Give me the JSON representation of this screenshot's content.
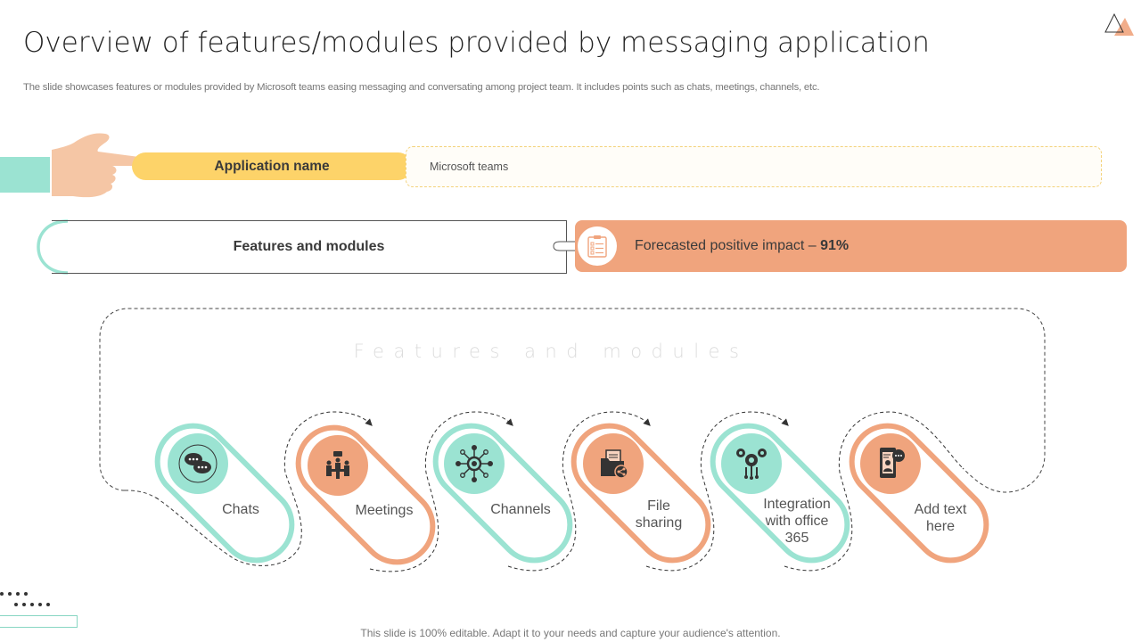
{
  "slide": {
    "title": "Overview of features/modules provided by messaging application",
    "subtitle": "The slide showcases features or modules provided by Microsoft teams easing messaging and conversating among project team. It includes points such as chats, meetings, channels, etc.",
    "footer": "This slide is 100% editable. Adapt it to your needs and capture your audience's attention."
  },
  "application": {
    "label": "Application name",
    "value": "Microsoft teams",
    "icon": "pointing-hand-icon"
  },
  "features_header": {
    "label": "Features and modules",
    "impact_text": "Forecasted positive impact – ",
    "impact_value": "91%",
    "impact_icon": "clipboard-checklist-icon"
  },
  "modules_section": {
    "title": "Features and modules",
    "items": [
      {
        "label": "Chats",
        "icon": "chat-bubbles-icon",
        "color": "teal"
      },
      {
        "label": "Meetings",
        "icon": "meeting-table-icon",
        "color": "orange"
      },
      {
        "label": "Channels",
        "icon": "network-hub-icon",
        "color": "teal"
      },
      {
        "label": "File sharing",
        "icon": "shared-folder-icon",
        "color": "orange"
      },
      {
        "label": "Integration with office 365",
        "icon": "gears-integration-icon",
        "color": "teal"
      },
      {
        "label": "Add text here",
        "icon": "mobile-chat-icon",
        "color": "orange"
      }
    ]
  },
  "colors": {
    "teal": "#9be3d2",
    "orange": "#f0a47d",
    "yellow": "#fdd369",
    "skin": "#f5c6a5",
    "dark": "#3a3a3a"
  }
}
